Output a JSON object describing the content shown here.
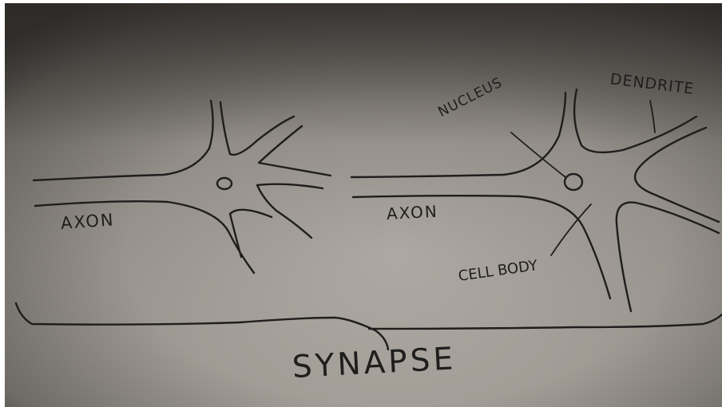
{
  "labels": {
    "axon_left": "AXON",
    "axon_right": "AXON",
    "nucleus": "NUCLEUS",
    "dendrite": "DENDRITE",
    "cell_body": "CELL BODY",
    "synapse": "SYNAPSE"
  },
  "colors": {
    "ink": "#1f1e1d",
    "paper_light": "#b8b3ac",
    "paper_dark": "#3b3734"
  }
}
